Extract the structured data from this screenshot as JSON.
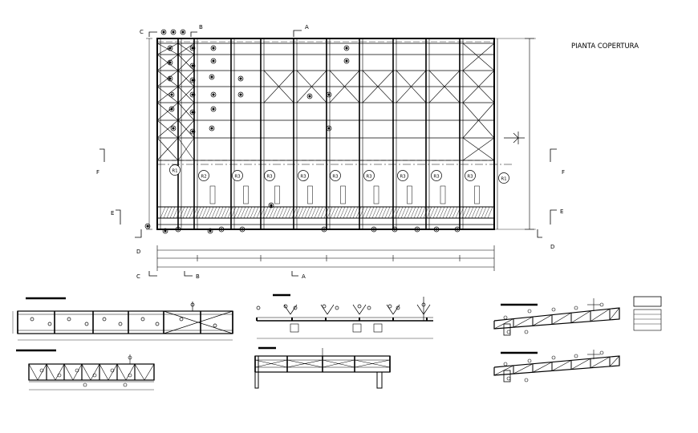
{
  "sheet": {
    "title": "PIANTA COPERTURA",
    "section_markers": [
      "A",
      "B",
      "C",
      "D",
      "E",
      "F"
    ],
    "column_tags": [
      "R1",
      "R2",
      "R3",
      "R3",
      "R3",
      "R3",
      "R3",
      "R3",
      "R3",
      "R3",
      "R1"
    ],
    "colors": {
      "line": "#000000",
      "background": "#ffffff",
      "hatch": "#000000"
    }
  }
}
